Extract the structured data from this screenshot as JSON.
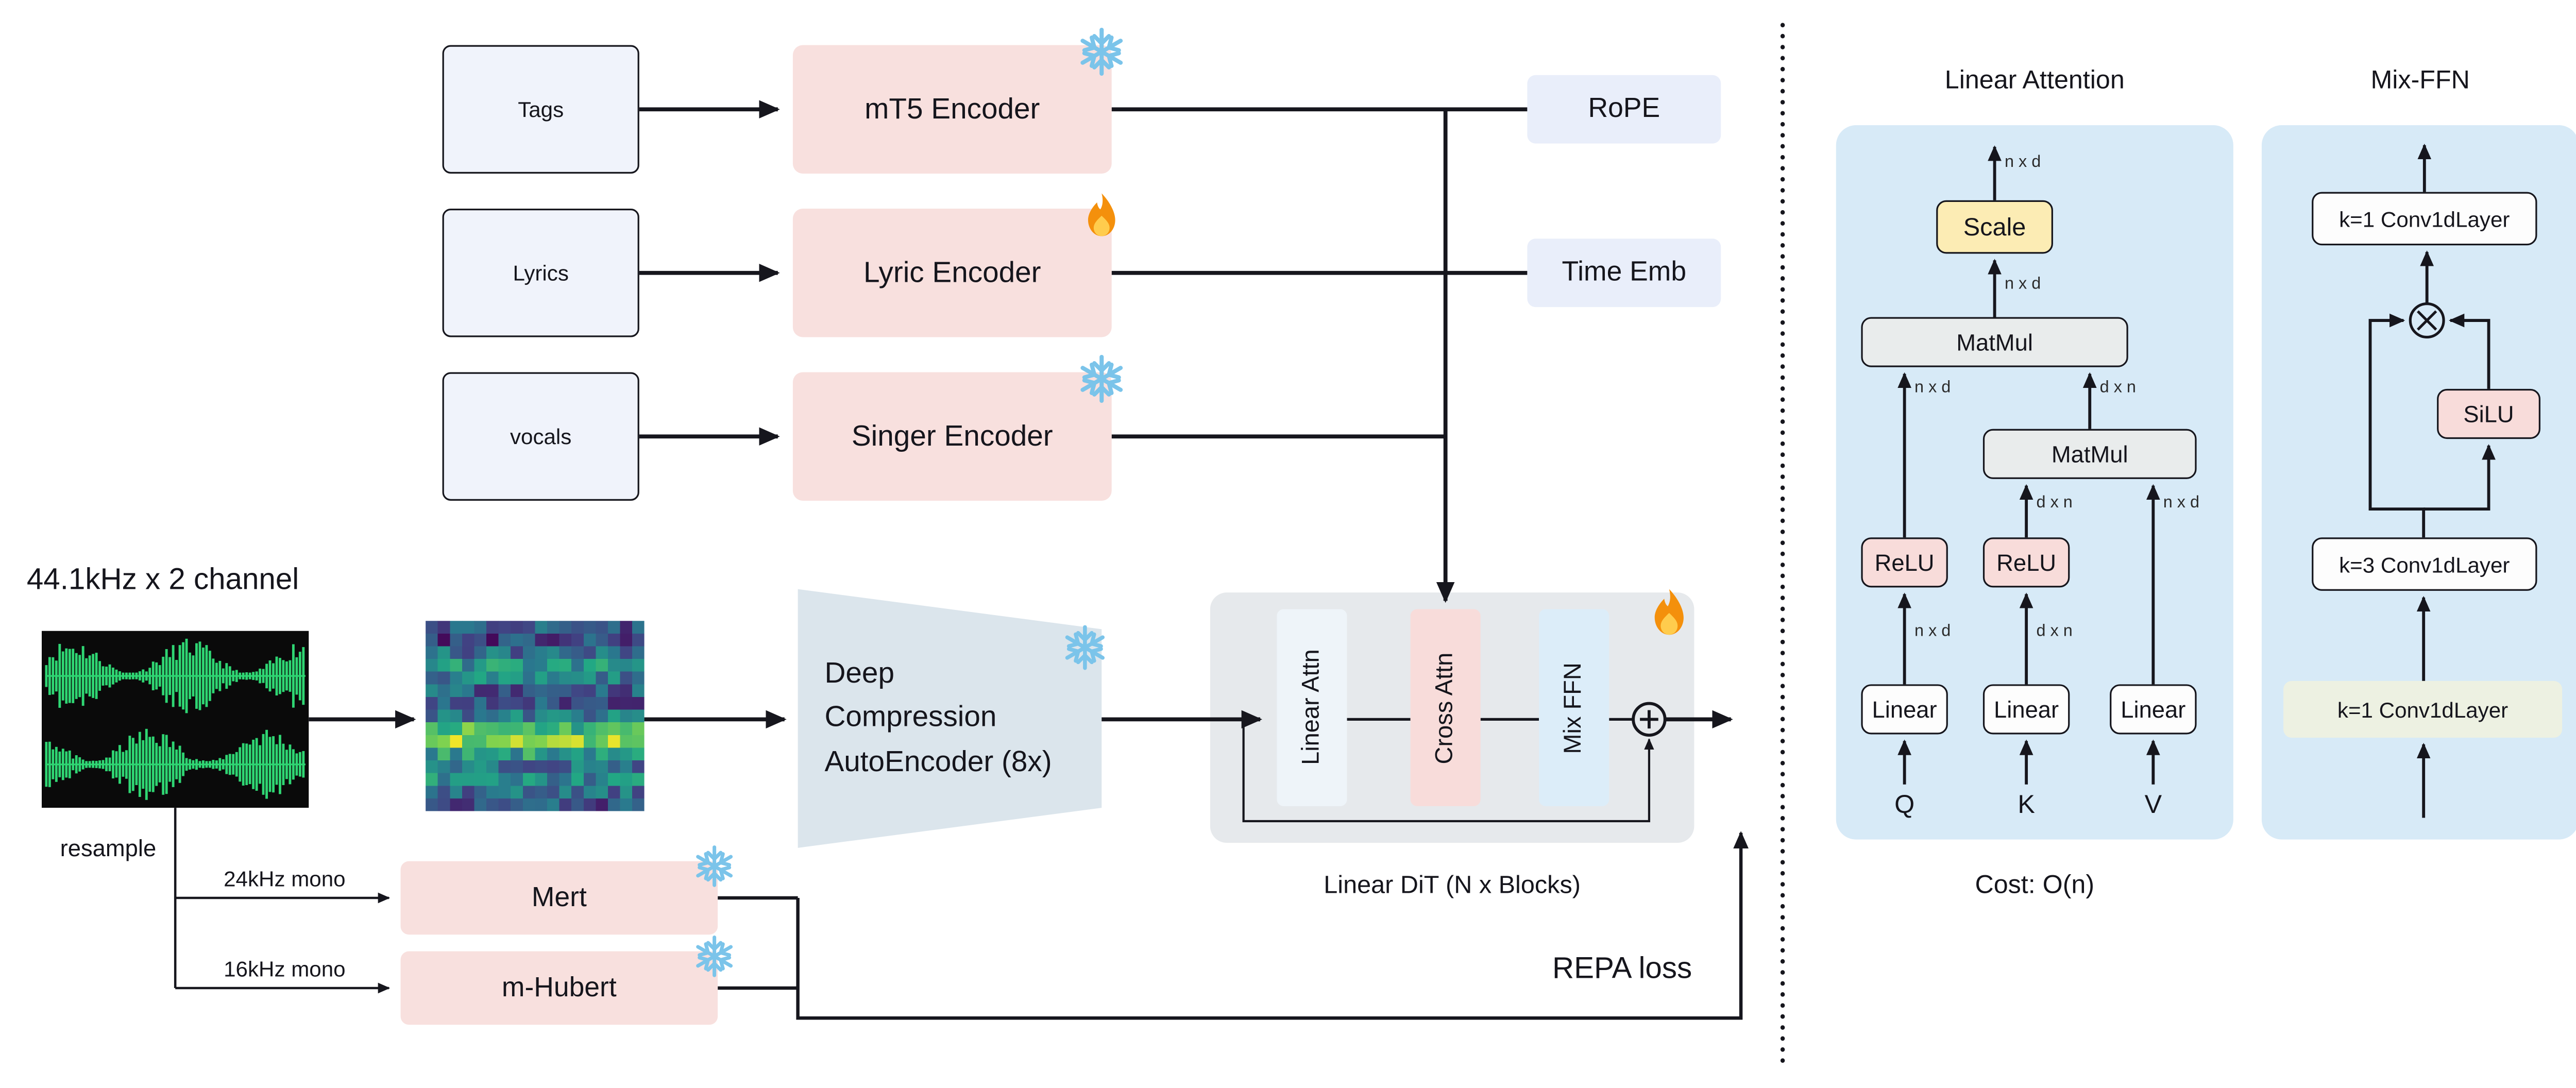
{
  "diagram": {
    "inputs": [
      {
        "label": "Tags"
      },
      {
        "label": "Lyrics"
      },
      {
        "label": "vocals"
      }
    ],
    "encoders": [
      {
        "label": "mT5 Encoder",
        "state": "frozen"
      },
      {
        "label": "Lyric Encoder",
        "state": "trainable"
      },
      {
        "label": "Singer Encoder",
        "state": "frozen"
      }
    ],
    "conditioning": [
      {
        "label": "RoPE"
      },
      {
        "label": "Time Emb"
      }
    ],
    "audio": {
      "source_label": "44.1kHz x 2 channel",
      "resample_label": "resample",
      "branches": [
        {
          "rate": "24kHz mono",
          "model": "Mert",
          "state": "frozen"
        },
        {
          "rate": "16kHz mono",
          "model": "m-Hubert",
          "state": "frozen"
        }
      ]
    },
    "autoencoder": {
      "label": "Deep\nCompression\nAutoEncoder (8x)",
      "state": "frozen"
    },
    "dit": {
      "blocks": [
        "Linear Attn",
        "Cross Attn",
        "Mix FFN"
      ],
      "caption": "Linear DiT (N x Blocks)",
      "state": "trainable"
    },
    "repa_label": "REPA loss"
  },
  "linear_attention": {
    "title": "Linear Attention",
    "nodes": {
      "scale": "Scale",
      "matmul": "MatMul",
      "relu": "ReLU",
      "linear": "Linear"
    },
    "inputs": {
      "q": "Q",
      "k": "K",
      "v": "V"
    },
    "dims": {
      "nxd": "n x d",
      "dxn": "d x n"
    },
    "cost": "Cost: O(n)"
  },
  "mix_ffn": {
    "title": "Mix-FFN",
    "nodes": {
      "conv_top": "k=1 Conv1dLayer",
      "silu": "SiLU",
      "conv_mid": "k=3 Conv1dLayer",
      "conv_bottom": "k=1 Conv1dLayer"
    }
  },
  "icons": {
    "frozen": "snowflake",
    "trainable": "fire",
    "residual_add": "circle-plus",
    "elementwise_mul": "circle-times"
  },
  "colors": {
    "encoder_pink": "#f8e0de",
    "panel_blue": "#d7eaf7",
    "cond_blue": "#e9eefa",
    "dit_gray": "#e6e9ec",
    "scale_yellow": "#fcecb4",
    "conv_green": "#edf1e2",
    "frozen_blue": "#7bc4ea",
    "fire_orange": "#f4900c",
    "waveform_green": "#2fd673"
  }
}
